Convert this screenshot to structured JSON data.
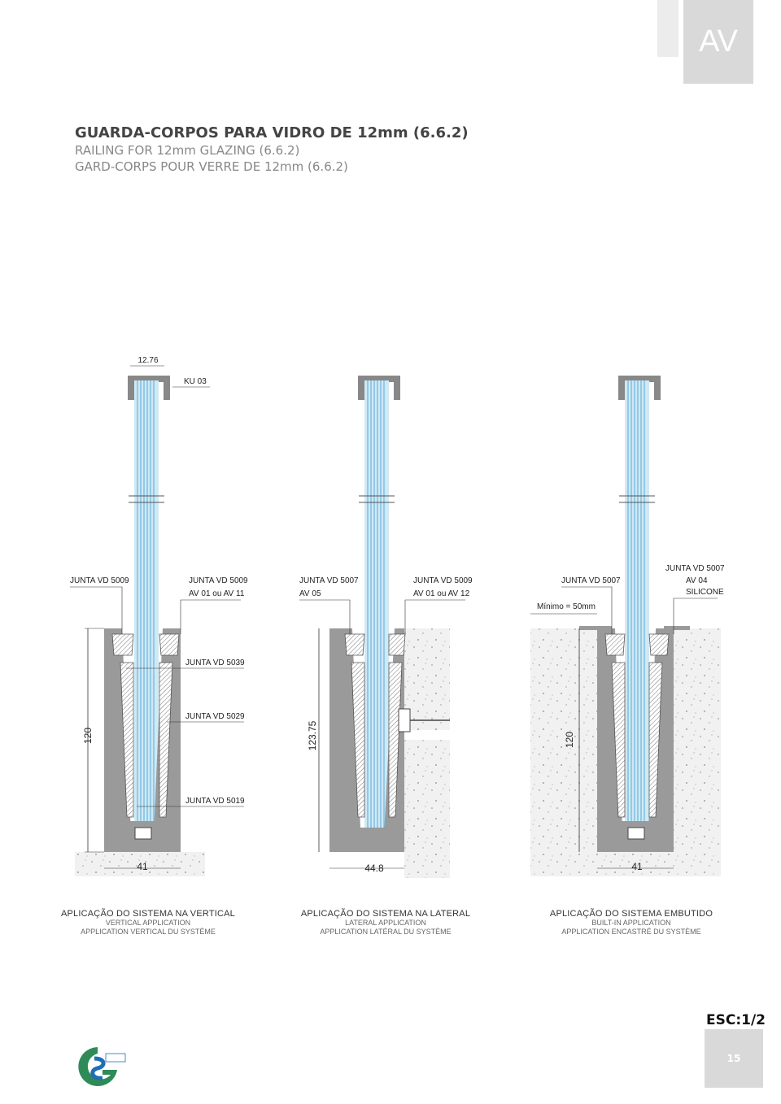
{
  "header": {
    "section_tag": "AV"
  },
  "title": {
    "pt": "GUARDA-CORPOS PARA VIDRO DE 12mm (6.6.2)",
    "en": "RAILING FOR 12mm GLAZING (6.6.2)",
    "fr": "GARD-CORPS POUR VERRE DE 12mm (6.6.2)"
  },
  "drawing_labels": {
    "dim_glass": "12.76",
    "ku": "KU 03",
    "d1_left": "JUNTA VD 5009",
    "d1_right_a": "JUNTA VD 5009",
    "d1_right_b": "AV 01 ou AV 11",
    "d1_5039": "JUNTA VD 5039",
    "d1_5029": "JUNTA VD 5029",
    "d1_5019": "JUNTA VD 5019",
    "d1_height": "120",
    "d1_width": "41",
    "d2_left_a": "JUNTA VD 5007",
    "d2_left_b": "AV 05",
    "d2_right_a": "JUNTA VD 5009",
    "d2_right_b": "AV 01 ou AV 12",
    "d2_height": "123.75",
    "d2_width": "44.8",
    "d3_left": "JUNTA VD 5007",
    "d3_min": "Mínimo = 50mm",
    "d3_right_a": "JUNTA VD 5007",
    "d3_right_b": "AV 04",
    "d3_right_c": "SILICONE",
    "d3_height": "120",
    "d3_width": "41"
  },
  "captions": [
    {
      "pt": "APLICAÇÃO DO SISTEMA NA VERTICAL",
      "en": "VERTICAL APPLICATION",
      "fr": "APPLICATION VERTICAL DU SYSTÈME"
    },
    {
      "pt": "APLICAÇÃO DO SISTEMA NA LATERAL",
      "en": "LATERAL APPLICATION",
      "fr": "APPLICATION LATÉRAL DU SYSTÈME"
    },
    {
      "pt": "APLICAÇÃO DO SISTEMA EMBUTIDO",
      "en": "BUILT-IN APPLICATION",
      "fr": "APPLICATION ENCASTRÉ DU SYSTÈME"
    }
  ],
  "footer": {
    "scale": "ESC:1/2",
    "page_number": "15"
  },
  "colors": {
    "glass": "#8ec9e6",
    "profile": "#9a9a9a",
    "panel": "#d9d9d9"
  }
}
